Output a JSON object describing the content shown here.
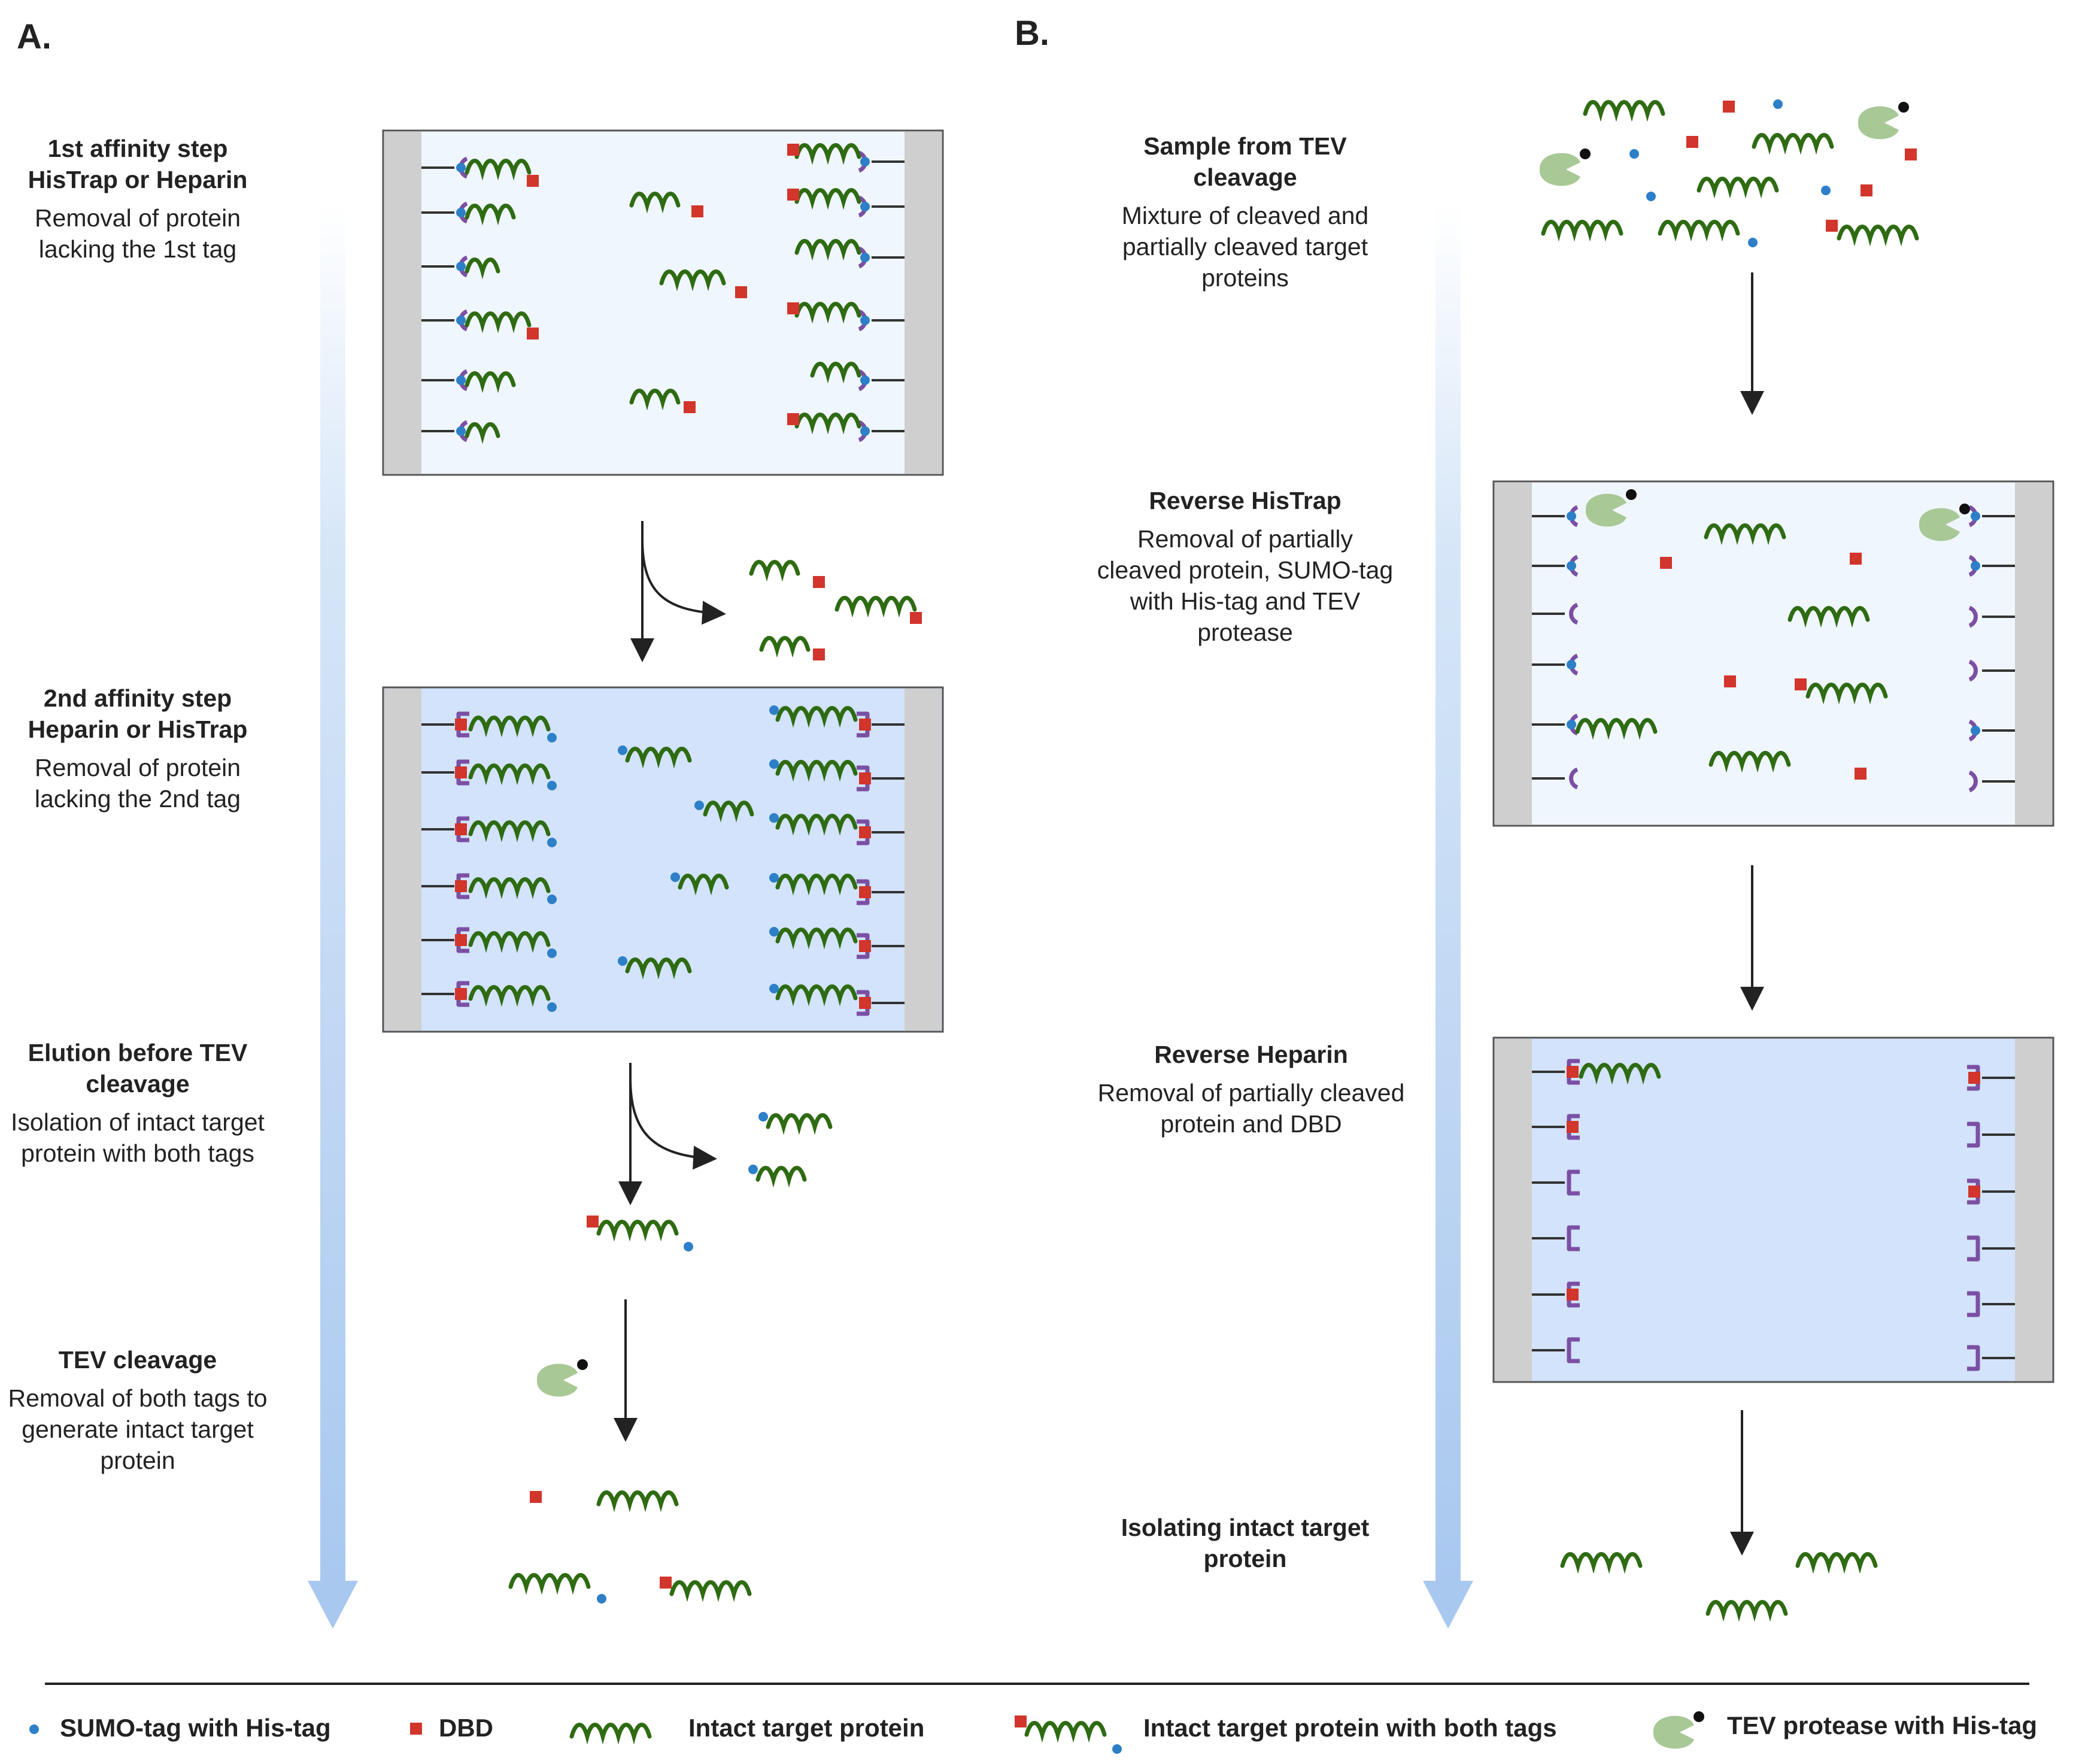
{
  "panels": {
    "a": {
      "letter": "A.",
      "steps": [
        {
          "title": "1st affinity step HisTrap or Heparin",
          "desc": "Removal of protein lacking the 1st tag"
        },
        {
          "title": "2nd affinity step Heparin or HisTrap",
          "desc": "Removal of protein lacking the 2nd tag"
        },
        {
          "title": "Elution before TEV cleavage",
          "desc": "Isolation of intact target protein with both tags"
        },
        {
          "title": "TEV cleavage",
          "desc": "Removal of both tags to generate intact target protein"
        }
      ]
    },
    "b": {
      "letter": "B.",
      "steps": [
        {
          "title": "Sample from TEV cleavage",
          "desc": "Mixture of cleaved and partially cleaved target proteins"
        },
        {
          "title": "Reverse HisTrap",
          "desc": "Removal of partially cleaved protein, SUMO-tag with His-tag and TEV protease"
        },
        {
          "title": "Reverse Heparin",
          "desc": "Removal of partially cleaved protein and DBD"
        },
        {
          "title": "Isolating intact target protein",
          "desc": ""
        }
      ]
    }
  },
  "legend": [
    {
      "label": "SUMO-tag with His-tag",
      "icon": "blue-dot-icon"
    },
    {
      "label": "DBD",
      "icon": "red-square-icon"
    },
    {
      "label": "Intact target protein",
      "icon": "green-wave-icon"
    },
    {
      "label": "Intact target protein with both tags",
      "icon": "tagged-wave-icon"
    },
    {
      "label": "TEV protease with His-tag",
      "icon": "protease-icon"
    }
  ],
  "colors": {
    "wave": "#2e6b12",
    "sumo": "#2d7fc8",
    "dbd": "#d1352b",
    "ligand": "#7b4fa3",
    "column_light": "#f0f6fe",
    "column_blue": "#d2e3fb",
    "column_wall": "#cfcfcf",
    "flow_arrow": "#a9c8ef",
    "protease": "#a8c896"
  }
}
